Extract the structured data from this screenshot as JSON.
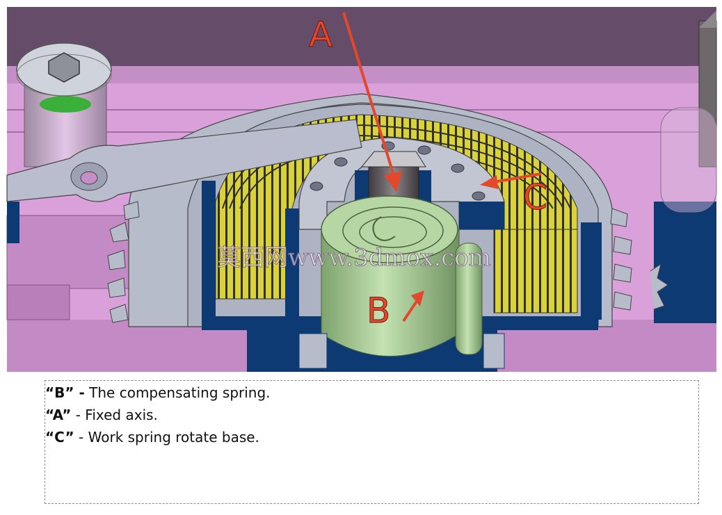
{
  "labels": {
    "a": "A",
    "b": "B",
    "c": "C"
  },
  "watermark": "莫西网www.3dmox.com",
  "caption": {
    "lines": [
      {
        "key": "“B” -",
        "text": " The compensating spring."
      },
      {
        "key": "“A”",
        "text": " - Fixed axis."
      },
      {
        "key": "“C”",
        "text": " - Work spring rotate base."
      }
    ]
  },
  "colors": {
    "background_top": "#654c68",
    "plate": "#d79dd8",
    "mechanism_grey": "#b8bccb",
    "dark_blue": "#0e3a73",
    "spring_yellow": "#d9d23a",
    "compensating_spring_green": "#9bc58a",
    "annotation_red": "#e2482b"
  }
}
